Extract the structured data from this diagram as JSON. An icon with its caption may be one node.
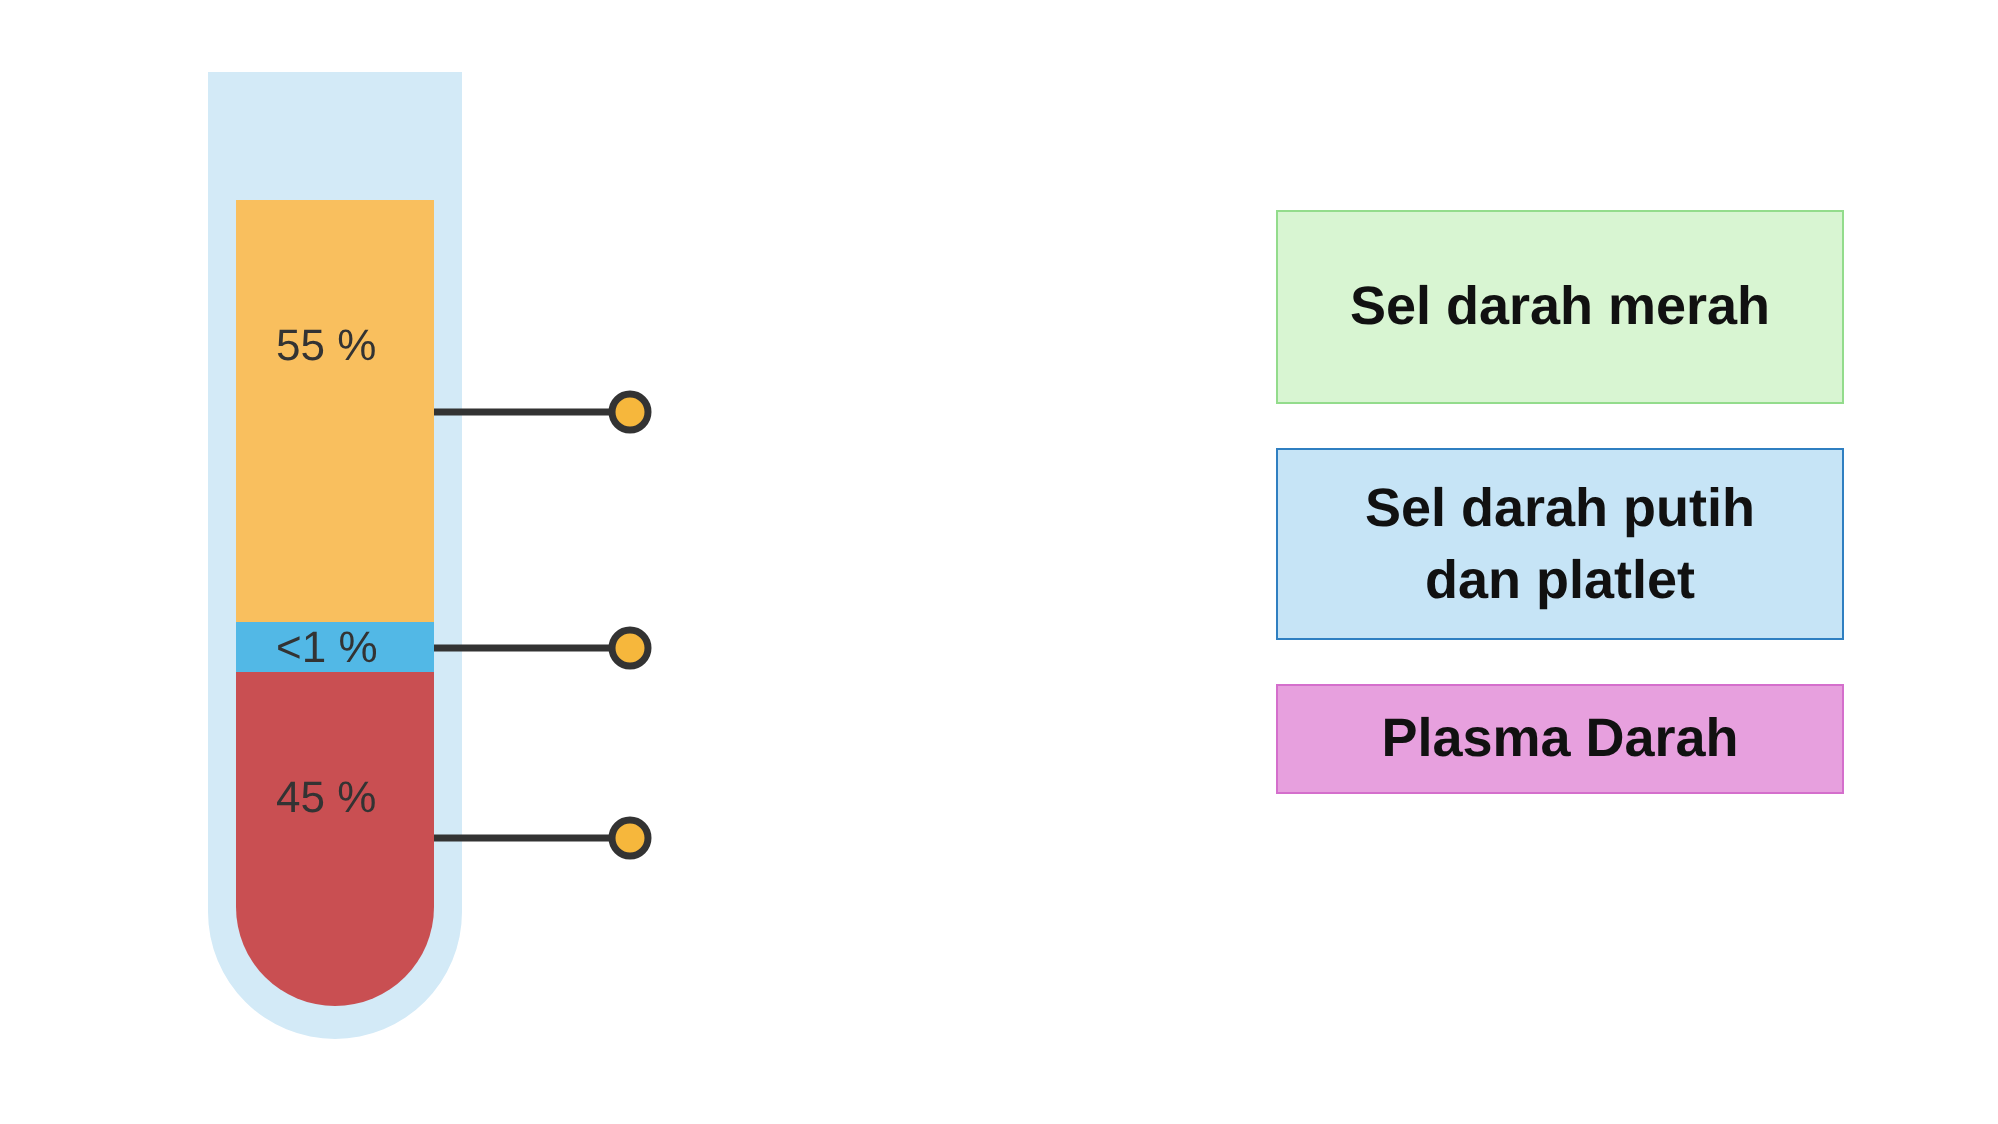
{
  "diagram": {
    "nodes": [
      {
        "text": [
          "55 %"
        ]
      },
      {
        "text": [
          "<1 %"
        ]
      },
      {
        "text": [
          "45 %"
        ]
      },
      {
        "text": [],
        "shape": "circle"
      },
      {
        "text": [],
        "shape": "circle"
      },
      {
        "text": [],
        "shape": "circle"
      },
      {
        "text": [
          "Sel darah merah"
        ]
      },
      {
        "text": [
          "Sel darah putih dan platlet"
        ]
      },
      {
        "text": [
          "Plasma Darah"
        ]
      }
    ],
    "edges": [
      {
        "from": 0,
        "to": 3,
        "arrow": "none"
      },
      {
        "from": 1,
        "to": 4,
        "arrow": "none"
      },
      {
        "from": 2,
        "to": 5,
        "arrow": "none"
      }
    ]
  }
}
